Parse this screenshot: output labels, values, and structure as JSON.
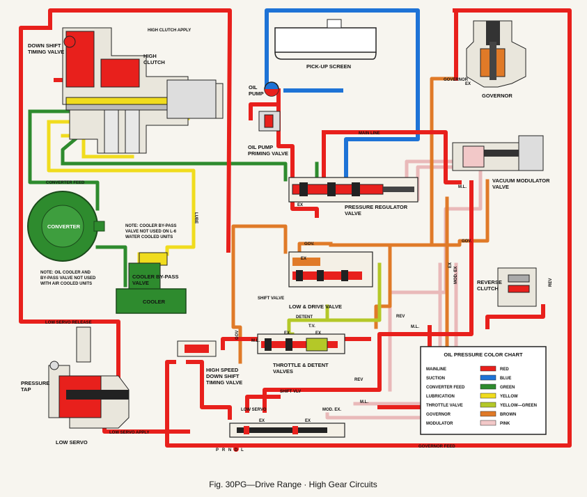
{
  "caption": "Fig. 30PG—Drive Range · High Gear Circuits",
  "components": {
    "down_shift_timing_valve": "DOWN SHIFT\nTIMING VALVE",
    "high_clutch": "HIGH\nCLUTCH",
    "oil_pump": "OIL\nPUMP",
    "pickup_screen": "PICK-UP SCREEN",
    "oil_pump_priming_valve": "OIL PUMP\nPRIMING VALVE",
    "governor": "GOVERNOR",
    "vacuum_modulator_valve": "VACUUM MODULATOR\nVALVE",
    "pressure_regulator_valve": "PRESSURE REGULATOR\nVALVE",
    "converter": "CONVERTER",
    "cooler_bypass_valve": "COOLER BY-PASS\nVALVE",
    "cooler": "COOLER",
    "low_drive_valve": "LOW & DRIVE VALVE",
    "reverse_clutch": "REVERSE\nCLUTCH",
    "throttle_detent_valves": "THROTTLE & DETENT\nVALVES",
    "high_speed_down_shift_timing_valve": "HIGH SPEED\nDOWN SHIFT\nTIMING VALVE",
    "pressure_tap": "PRESSURE\nTAP",
    "low_servo": "LOW SERVO"
  },
  "notes": {
    "cooler_bypass_note": "NOTE: COOLER BY-PASS\nVALVE NOT USED ON L-6\nWATER COOLED UNITS",
    "oil_cooler_note": "NOTE: OIL COOLER AND\nBY-PASS VALVE NOT USED\nWITH AIR COOLED UNITS"
  },
  "line_labels": {
    "high_clutch_apply": "HIGH CLUTCH APPLY",
    "main_line": "MAIN LINE",
    "converter_feed": "CONVERTER FEED",
    "governor": "GOVERNOR",
    "ex_gov": "EX",
    "ml_modulator": "M.L.",
    "ex_regulator": "EX",
    "gov_low_drive": "GOV.",
    "ex_low_drive": "EX",
    "gov_mid": "GOV.",
    "ex_vert": "EX",
    "mod_ex_vert": "MOD. EX",
    "lube": "LUBE",
    "rev": "REV",
    "rev_2": "REV",
    "shift_valve": "SHIFT VALVE",
    "detent": "DETENT",
    "tv": "T.V.",
    "ml_shift": "M.L.",
    "ex_throttle_1": "EX",
    "ex_throttle_2": "EX",
    "ml_throttle": "M.L.",
    "gov_vert": "GOV",
    "rev_lower": "REV",
    "shift_vlv": "SHIFT VLV",
    "low_servo": "LOW SERVO",
    "mod_ex": "MOD. EX.",
    "ml_lower": "M.L.",
    "ex_manual_1": "EX",
    "ex_manual_2": "EX",
    "low_servo_release": "LOW SERVO RELEASE",
    "low_servo_apply": "LOW SERVO APPLY",
    "governor_feed": "GOVERNOR FEED"
  },
  "gear_positions": [
    "P",
    "R",
    "N",
    "D",
    "L"
  ],
  "color_chart": {
    "title": "OIL PRESSURE COLOR CHART",
    "entries": [
      {
        "circuit": "MAINLINE",
        "color_name": "RED",
        "hex": "#e8201c"
      },
      {
        "circuit": "SUCTION",
        "color_name": "BLUE",
        "hex": "#1e73d6"
      },
      {
        "circuit": "CONVERTER FEED",
        "color_name": "GREEN",
        "hex": "#2e8b2e"
      },
      {
        "circuit": "LUBRICATION",
        "color_name": "YELLOW",
        "hex": "#f0dc1e"
      },
      {
        "circuit": "THROTTLE VALVE",
        "color_name": "YELLOW—GREEN",
        "hex": "#b4c828"
      },
      {
        "circuit": "GOVERNOR",
        "color_name": "BROWN",
        "hex": "#e07a28"
      },
      {
        "circuit": "MODULATOR",
        "color_name": "PINK",
        "hex": "#f2c8c8"
      }
    ]
  }
}
